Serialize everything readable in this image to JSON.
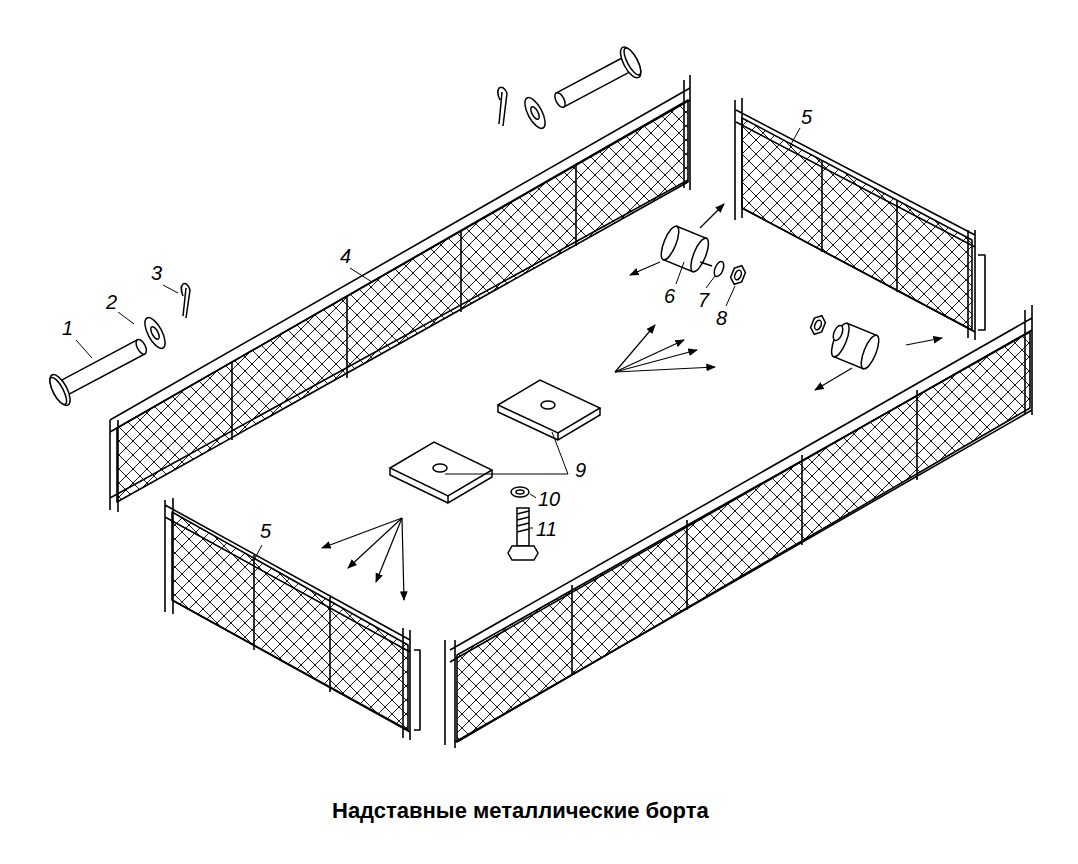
{
  "diagram": {
    "caption": "Надставные металлические борта",
    "labels": [
      "1",
      "2",
      "3",
      "4",
      "5",
      "6",
      "7",
      "8",
      "9",
      "10",
      "11",
      "5"
    ]
  }
}
